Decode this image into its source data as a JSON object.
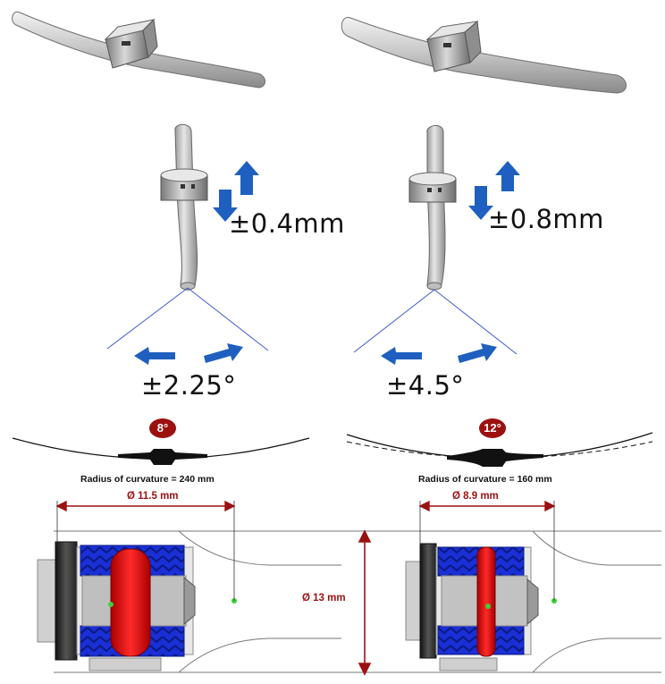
{
  "left": {
    "axial_travel": "±0.4mm",
    "tilt_range": "±2.25°",
    "bend_angle": "8°",
    "radius_label": "Radius of curvature = 240 mm",
    "outer_diameter": "Ø 11.5 mm"
  },
  "right": {
    "axial_travel": "±0.8mm",
    "tilt_range": "±4.5°",
    "bend_angle": "12°",
    "radius_label": "Radius of curvature = 160 mm",
    "outer_diameter": "Ø 8.9 mm"
  },
  "tube_diameter": "Ø 13 mm",
  "colors": {
    "arrow_blue": "#1f5fbf",
    "dimension_red": "#9b1111",
    "spring_blue": "#1a2fd6",
    "ring_red": "#e01010"
  }
}
